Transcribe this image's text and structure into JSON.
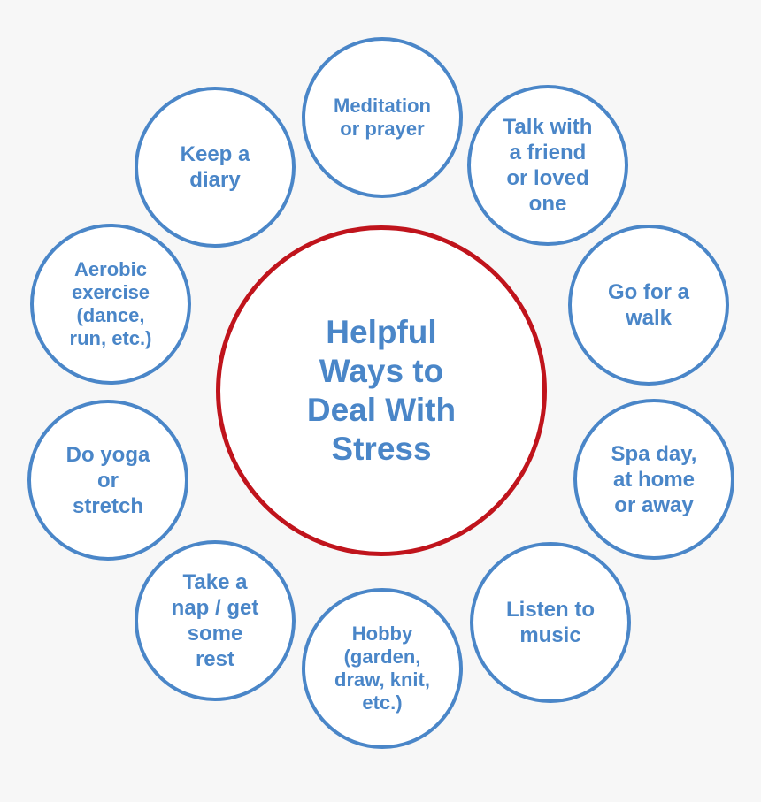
{
  "diagram": {
    "center": {
      "text": "Helpful\nWays to\nDeal With\nStress",
      "color": "#c0141c"
    },
    "items": [
      {
        "id": "meditation",
        "text": "Meditation\nor prayer"
      },
      {
        "id": "talk",
        "text": "Talk with\na friend\nor loved\none"
      },
      {
        "id": "walk",
        "text": "Go for a\nwalk"
      },
      {
        "id": "spa",
        "text": "Spa day,\nat home\nor away"
      },
      {
        "id": "music",
        "text": "Listen to\nmusic"
      },
      {
        "id": "hobby",
        "text": "Hobby\n(garden,\ndraw, knit,\netc.)"
      },
      {
        "id": "nap",
        "text": "Take a\nnap / get\nsome\nrest"
      },
      {
        "id": "yoga",
        "text": "Do yoga\nor\nstretch"
      },
      {
        "id": "aerobic",
        "text": "Aerobic\nexercise\n(dance,\nrun, etc.)"
      },
      {
        "id": "diary",
        "text": "Keep a\ndiary"
      }
    ],
    "colors": {
      "item_text": "#4a86c8",
      "item_border": "#4a86c8",
      "center_border": "#c0141c",
      "background": "#f7f7f7"
    }
  }
}
